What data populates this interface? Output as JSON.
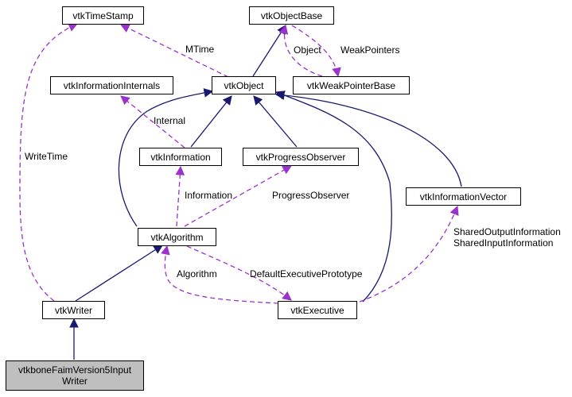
{
  "colors": {
    "inherit": "#191970",
    "usage": "#9a32cd",
    "root_fill": "#bfbfbf"
  },
  "nodes": {
    "vtkTimeStamp": "vtkTimeStamp",
    "vtkObjectBase": "vtkObjectBase",
    "vtkInformationInternals": "vtkInformationInternals",
    "vtkObject": "vtkObject",
    "vtkWeakPointerBase": "vtkWeakPointerBase",
    "vtkInformation": "vtkInformation",
    "vtkProgressObserver": "vtkProgressObserver",
    "vtkInformationVector": "vtkInformationVector",
    "vtkAlgorithm": "vtkAlgorithm",
    "vtkWriter": "vtkWriter",
    "vtkExecutive": "vtkExecutive",
    "root": "vtkboneFaimVersion5Input\nWriter"
  },
  "edge_labels": {
    "mtime": "MTime",
    "object": "Object",
    "weak_pointers": "WeakPointers",
    "internal": "Internal",
    "write_time": "WriteTime",
    "information": "Information",
    "progress_observer": "ProgressObserver",
    "shared_information": "SharedOutputInformation\nSharedInputInformation",
    "algorithm": "Algorithm",
    "default_executive_prototype": "DefaultExecutivePrototype"
  }
}
